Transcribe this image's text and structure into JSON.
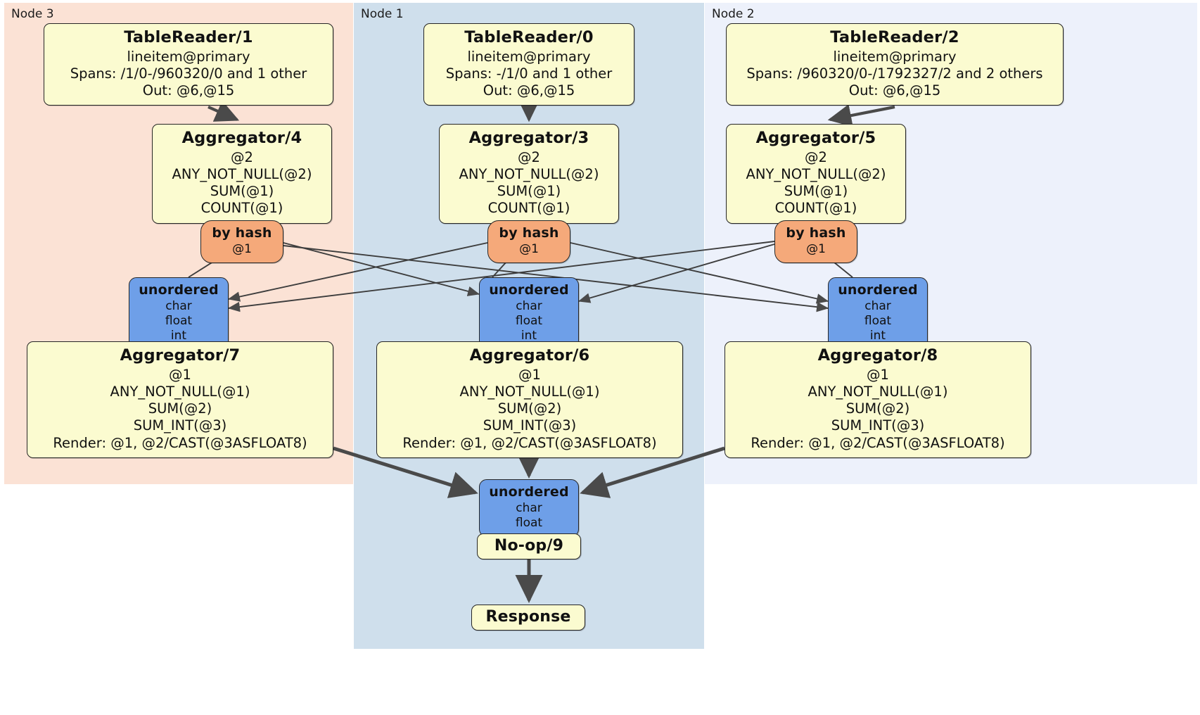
{
  "regions": [
    {
      "id": "node3",
      "label": "Node 3",
      "color": "#fbe2d5"
    },
    {
      "id": "node1",
      "label": "Node 1",
      "color": "#cfdfec"
    },
    {
      "id": "node2",
      "label": "Node 2",
      "color": "#edf1fb"
    }
  ],
  "colors": {
    "processor": "#fbfbd0",
    "router": "#f5a97a",
    "stream": "#6e9fe8",
    "edge": "#4a4a4a",
    "border": "#262626"
  },
  "processors": {
    "tr1": {
      "title": "TableReader/1",
      "line1": "lineitem@primary",
      "line2": "Spans: /1/0-/960320/0 and 1 other",
      "line3": "Out: @6,@15"
    },
    "tr0": {
      "title": "TableReader/0",
      "line1": "lineitem@primary",
      "line2": "Spans: -/1/0 and 1 other",
      "line3": "Out: @6,@15"
    },
    "tr2": {
      "title": "TableReader/2",
      "line1": "lineitem@primary",
      "line2": "Spans: /960320/0-/1792327/2 and 2 others",
      "line3": "Out: @6,@15"
    },
    "agg4": {
      "title": "Aggregator/4",
      "line1": "@2",
      "line2": "ANY_NOT_NULL(@2)",
      "line3": "SUM(@1)",
      "line4": "COUNT(@1)"
    },
    "agg3": {
      "title": "Aggregator/3",
      "line1": "@2",
      "line2": "ANY_NOT_NULL(@2)",
      "line3": "SUM(@1)",
      "line4": "COUNT(@1)"
    },
    "agg5": {
      "title": "Aggregator/5",
      "line1": "@2",
      "line2": "ANY_NOT_NULL(@2)",
      "line3": "SUM(@1)",
      "line4": "COUNT(@1)"
    },
    "agg7": {
      "title": "Aggregator/7",
      "line1": "@1",
      "line2": "ANY_NOT_NULL(@1)",
      "line3": "SUM(@2)",
      "line4": "SUM_INT(@3)",
      "line5": "Render: @1, @2/CAST(@3ASFLOAT8)"
    },
    "agg6": {
      "title": "Aggregator/6",
      "line1": "@1",
      "line2": "ANY_NOT_NULL(@1)",
      "line3": "SUM(@2)",
      "line4": "SUM_INT(@3)",
      "line5": "Render: @1, @2/CAST(@3ASFLOAT8)"
    },
    "agg8": {
      "title": "Aggregator/8",
      "line1": "@1",
      "line2": "ANY_NOT_NULL(@1)",
      "line3": "SUM(@2)",
      "line4": "SUM_INT(@3)",
      "line5": "Render: @1, @2/CAST(@3ASFLOAT8)"
    },
    "noop": {
      "title": "No-op/9"
    },
    "response": {
      "title": "Response"
    }
  },
  "routers": {
    "hash4": {
      "title": "by hash",
      "line1": "@1"
    },
    "hash3": {
      "title": "by hash",
      "line1": "@1"
    },
    "hash5": {
      "title": "by hash",
      "line1": "@1"
    }
  },
  "streams": {
    "un7": {
      "title": "unordered",
      "line1": "char",
      "line2": "float",
      "line3": "int"
    },
    "un6": {
      "title": "unordered",
      "line1": "char",
      "line2": "float",
      "line3": "int"
    },
    "un8": {
      "title": "unordered",
      "line1": "char",
      "line2": "float",
      "line3": "int"
    },
    "un9": {
      "title": "unordered",
      "line1": "char",
      "line2": "float"
    }
  }
}
